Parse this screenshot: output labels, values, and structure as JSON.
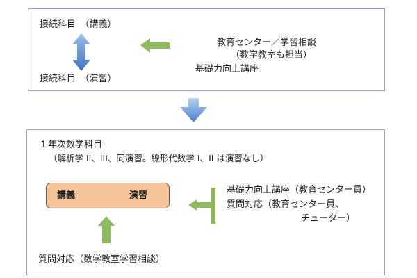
{
  "top_panel": {
    "subject_lecture": "接続科目　（講義）",
    "subject_practice": "接続科目　（演習）",
    "support_line1": "教育センター／学習相談",
    "support_line2": "（数学教室も担当）",
    "support_line3": "基礎力向上講座"
  },
  "bottom_panel": {
    "year_title": "１年次数学科目",
    "year_subtitle": "（解析学 II、III、同演習。線形代数学 I、II は演習なし）",
    "box_lecture": "講義",
    "box_practice": "演習",
    "support_line1": "基礎力向上講座（教育センター員）",
    "support_line2": "質問対応（教育センター員、",
    "support_line3": "チューター）",
    "bottom_note": "質問対応（数学教室学習相談）"
  },
  "colors": {
    "panel_border": "#8aa2c0",
    "blue_arrow": "#4f7fc8",
    "green_arrow": "#8fbb5e",
    "box_fill": "#f7c59a"
  }
}
